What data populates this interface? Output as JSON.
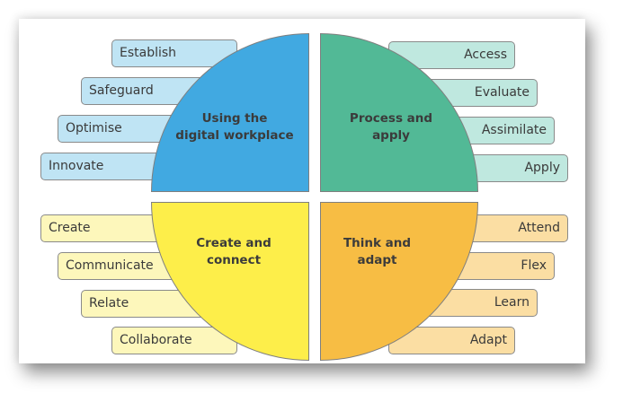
{
  "diagram": {
    "colors": {
      "blue": "#41a9e1",
      "green": "#52b996",
      "yellow": "#fdee4a",
      "orange": "#f7bd44",
      "blue_light": "#bfe4f4",
      "green_light": "#bfe8df",
      "yellow_light": "#fdf7bb",
      "orange_light": "#fbdea3"
    },
    "quadrants": {
      "top_left": {
        "title_line1": "Using the",
        "title_line2": "digital workplace",
        "items": [
          "Establish",
          "Safeguard",
          "Optimise",
          "Innovate"
        ]
      },
      "top_right": {
        "title_line1": "Process and",
        "title_line2": "apply",
        "items": [
          "Access",
          "Evaluate",
          "Assimilate",
          "Apply"
        ]
      },
      "bottom_left": {
        "title_line1": "Create and",
        "title_line2": "connect",
        "items": [
          "Create",
          "Communicate",
          "Relate",
          "Collaborate"
        ]
      },
      "bottom_right": {
        "title_line1": "Think and",
        "title_line2": "adapt",
        "items": [
          "Attend",
          "Flex",
          "Learn",
          "Adapt"
        ]
      }
    }
  }
}
